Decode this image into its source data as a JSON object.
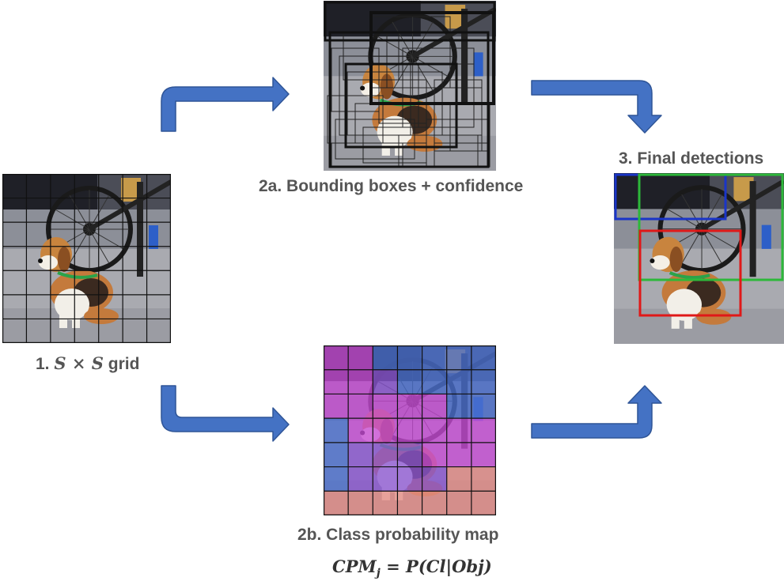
{
  "labels": {
    "grid_prefix": "1.",
    "grid_formula": "S × S",
    "grid_suffix": "grid",
    "bboxes": "2a. Bounding boxes + confidence",
    "class_map": "2b. Class probability map",
    "final": "3. Final detections",
    "formula": "CPM_j = P(Cl|Obj)"
  },
  "colors": {
    "arrow": "#4472C4",
    "arrow_stroke": "#2F5597",
    "grid_line": "#111111",
    "class_magenta": "#C84BD6",
    "class_blue": "#4A6FD0",
    "class_purple": "#8A55D2",
    "class_salmon": "#E48A84",
    "det_green": "#2DB83A",
    "det_blue": "#1A35C8",
    "det_red": "#E01818"
  },
  "class_map_cells": [
    [
      "magenta",
      "magenta",
      "blue",
      "blue",
      "blue",
      "blue",
      "blue"
    ],
    [
      "magenta",
      "magenta",
      "purple",
      "blue",
      "blue",
      "blue",
      "blue"
    ],
    [
      "magenta",
      "magenta",
      "magenta",
      "magenta",
      "magenta",
      "blue",
      "blue"
    ],
    [
      "blue",
      "magenta",
      "magenta",
      "magenta",
      "magenta",
      "magenta",
      "magenta"
    ],
    [
      "blue",
      "purple",
      "purple",
      "purple",
      "magenta",
      "magenta",
      "magenta"
    ],
    [
      "blue",
      "purple",
      "purple",
      "purple",
      "purple",
      "salmon",
      "salmon"
    ],
    [
      "salmon",
      "salmon",
      "salmon",
      "salmon",
      "salmon",
      "salmon",
      "salmon"
    ]
  ]
}
